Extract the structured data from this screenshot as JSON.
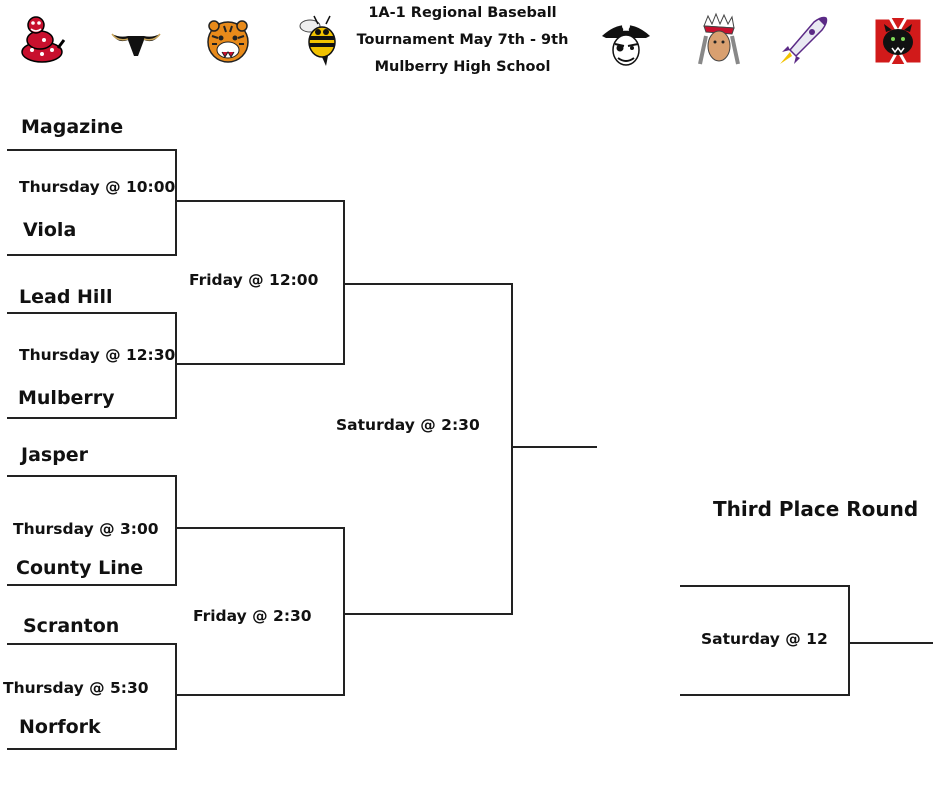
{
  "header": {
    "title_lines": [
      "1A-1 Regional Baseball",
      "Tournament May 7th - 9th",
      "Mulberry High School"
    ]
  },
  "logos": [
    "rattlesnake-mascot-icon",
    "longhorn-mascot-icon",
    "tiger-mascot-icon",
    "yellow-jacket-mascot-icon",
    "pirate-mascot-icon",
    "indian-chief-mascot-icon",
    "rocket-mascot-icon",
    "panther-mascot-icon"
  ],
  "bracket": {
    "round1": [
      {
        "team_top": "Magazine",
        "time": "Thursday @ 10:00",
        "team_bottom": "Viola"
      },
      {
        "team_top": "Lead Hill",
        "time": "Thursday @ 12:30",
        "team_bottom": "Mulberry"
      },
      {
        "team_top": "Jasper",
        "time": "Thursday @ 3:00",
        "team_bottom": "County Line"
      },
      {
        "team_top": "Scranton",
        "time": "Thursday @ 5:30",
        "team_bottom": "Norfork"
      }
    ],
    "round2": [
      {
        "time": "Friday @ 12:00"
      },
      {
        "time": "Friday @ 2:30"
      }
    ],
    "final": {
      "time": "Saturday @ 2:30"
    },
    "third_place": {
      "title": "Third Place Round",
      "time": "Saturday @ 12"
    }
  },
  "colors": {
    "line": "#222222",
    "text": "#111111",
    "snake_red": "#c8102e",
    "tiger_orange": "#e88a1a",
    "jacket_yellow": "#f2c200",
    "rocket_purple": "#5b2a86",
    "panther_red": "#d11a1a"
  }
}
